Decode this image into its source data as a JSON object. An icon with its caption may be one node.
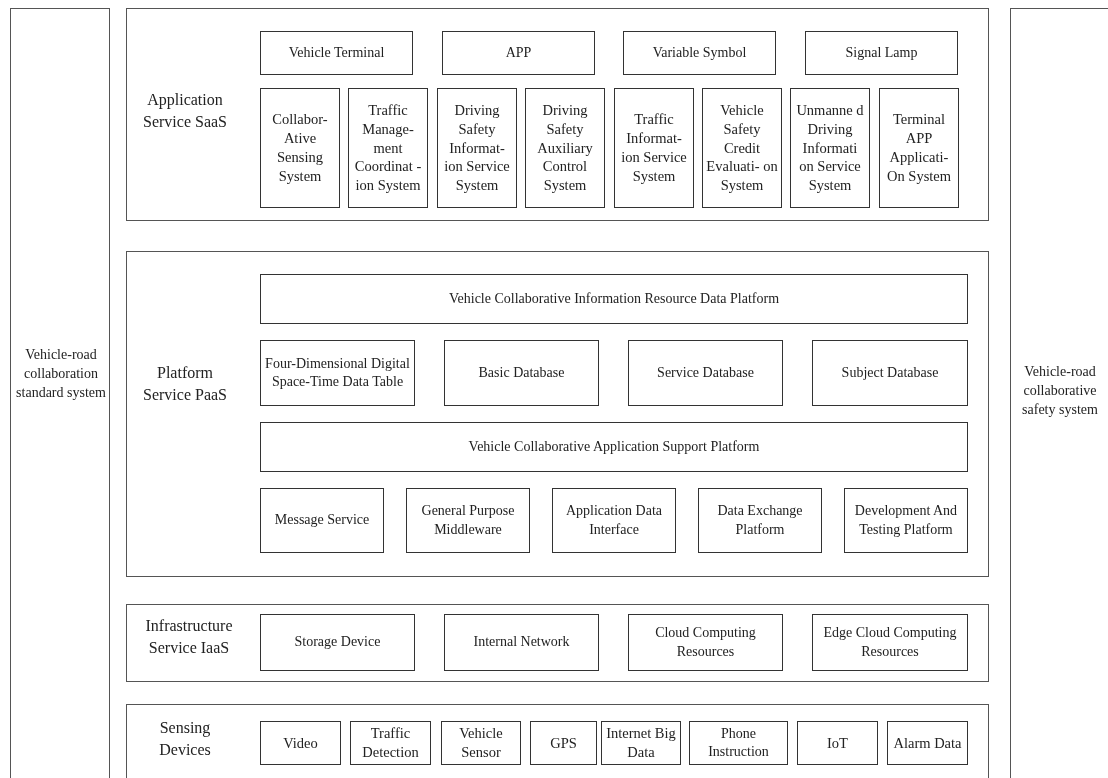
{
  "diagram": {
    "nodes": [
      {
        "text": [
          "Vehicle-road collaboration standard system"
        ]
      },
      {
        "text": [
          "Application Service SaaS"
        ]
      },
      {
        "text": [
          "Vehicle Terminal"
        ],
        "in": 1
      },
      {
        "text": [
          "APP"
        ],
        "in": 1
      },
      {
        "text": [
          "Variable Symbol"
        ],
        "in": 1
      },
      {
        "text": [
          "Signal Lamp"
        ],
        "in": 1
      },
      {
        "text": [
          "Collabor- Ative Sensing System"
        ],
        "in": 1
      },
      {
        "text": [
          "Traffic Manage- ment Coordinat -ion System"
        ],
        "in": 1
      },
      {
        "text": [
          "Driving Safety Informat- ion Service System"
        ],
        "in": 1
      },
      {
        "text": [
          "Driving Safety Auxiliary Control System"
        ],
        "in": 1
      },
      {
        "text": [
          "Traffic Informat- ion Service System"
        ],
        "in": 1
      },
      {
        "text": [
          "Vehicle Safety Credit Evaluati- on System"
        ],
        "in": 1
      },
      {
        "text": [
          "Unmanne d Driving Informati on Service System"
        ],
        "in": 1
      },
      {
        "text": [
          "Terminal APP Applicati- On System"
        ],
        "in": 1
      },
      {
        "text": [
          "Platform Service PaaS"
        ]
      },
      {
        "text": [
          "Vehicle Collaborative Information Resource Data Platform"
        ],
        "in": 14
      },
      {
        "text": [
          "Four-Dimensional Digital Space-Time Data Table"
        ],
        "in": 14
      },
      {
        "text": [
          "Basic Database"
        ],
        "in": 14
      },
      {
        "text": [
          "Service Database"
        ],
        "in": 14
      },
      {
        "text": [
          "Subject Database"
        ],
        "in": 14
      },
      {
        "text": [
          "Vehicle Collaborative Application Support Platform"
        ],
        "in": 14
      },
      {
        "text": [
          "Message Service"
        ],
        "in": 14
      },
      {
        "text": [
          "General Purpose Middleware"
        ],
        "in": 14
      },
      {
        "text": [
          "Application Data Interface"
        ],
        "in": 14
      },
      {
        "text": [
          "Data Exchange Platform"
        ],
        "in": 14
      },
      {
        "text": [
          "Development And Testing Platform"
        ],
        "in": 14
      },
      {
        "text": [
          "Infrastructure Service IaaS"
        ]
      },
      {
        "text": [
          "Storage Device"
        ],
        "in": 26
      },
      {
        "text": [
          "Internal Network"
        ],
        "in": 26
      },
      {
        "text": [
          "Cloud Computing Resources"
        ],
        "in": 26
      },
      {
        "text": [
          "Edge Cloud Computing Resources"
        ],
        "in": 26
      },
      {
        "text": [
          "Sensing Devices"
        ]
      },
      {
        "text": [
          "Video"
        ],
        "in": 31
      },
      {
        "text": [
          "Traffic Detection"
        ],
        "in": 31
      },
      {
        "text": [
          "Vehicle Sensor"
        ],
        "in": 31
      },
      {
        "text": [
          "GPS"
        ],
        "in": 31
      },
      {
        "text": [
          "Internet Big Data"
        ],
        "in": 31
      },
      {
        "text": [
          "Phone Instruction"
        ],
        "in": 31
      },
      {
        "text": [
          "IoT"
        ],
        "in": 31
      },
      {
        "text": [
          "Alarm Data"
        ],
        "in": 31
      },
      {
        "text": [
          "Vehicle-road collaborative safety system"
        ]
      }
    ]
  }
}
